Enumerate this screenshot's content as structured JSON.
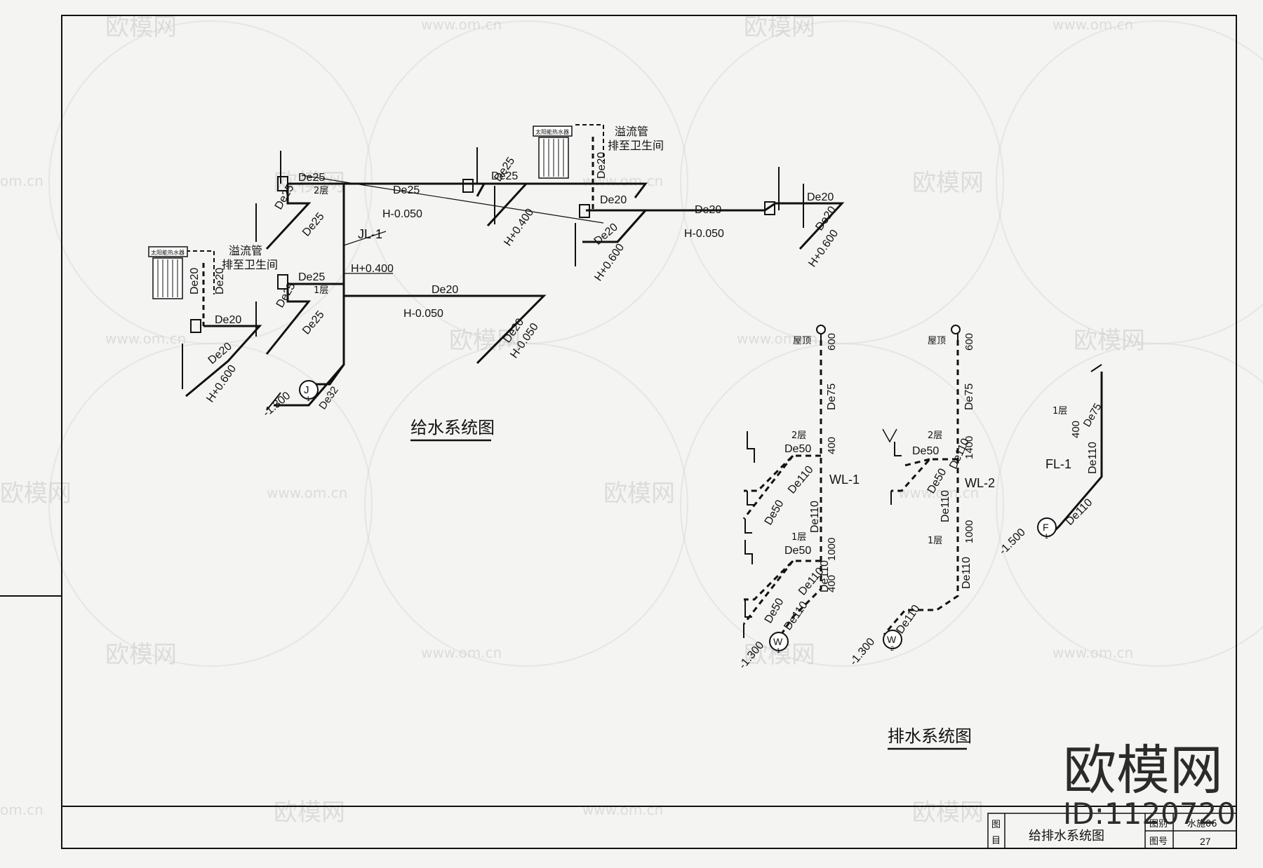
{
  "drawing": {
    "supply_title": "给水系统图",
    "drainage_title": "排水系统图",
    "solar_heater_label": "太阳能热水器",
    "overflow_label": "溢流管",
    "to_bathroom_label": "排至卫生间",
    "supply_riser": "JL-1",
    "riser_elev": "H+0.400",
    "floor2": "2层",
    "floor1": "1层",
    "roof": "屋顶",
    "de25": "De25",
    "de20": "De20",
    "de32": "De32",
    "de50": "De50",
    "de75": "De75",
    "de110": "De110",
    "h_m0050": "H-0.050",
    "h_p0400": "H+0.400",
    "h_p0600": "H+0.600",
    "el_m1300": "-1.300",
    "el_m1500": "-1.500",
    "dim_600": "600",
    "dim_400": "400",
    "dim_1000": "1000",
    "dim_400_1000": "1400",
    "wl1": "WL-1",
    "wl2": "WL-2",
    "fl1": "FL-1",
    "mark_j": "J",
    "mark_w": "W",
    "mark_f": "F",
    "sub1": "1",
    "sub2": "2"
  },
  "title_block": {
    "label_tu": "图",
    "label_mu": "目",
    "drawing_name": "给排水系统图",
    "label_tubie": "图别",
    "label_tuhao": "图号",
    "sheet_category": "水施06",
    "sheet_number": "27"
  },
  "watermark": {
    "brand": "欧模网",
    "site": "www.om.cn",
    "site_short": "om.cn",
    "id": "ID:1120720"
  },
  "colors": {
    "line": "#111111",
    "paper": "#f4f4f2",
    "watermark": "#c9c9c9"
  }
}
